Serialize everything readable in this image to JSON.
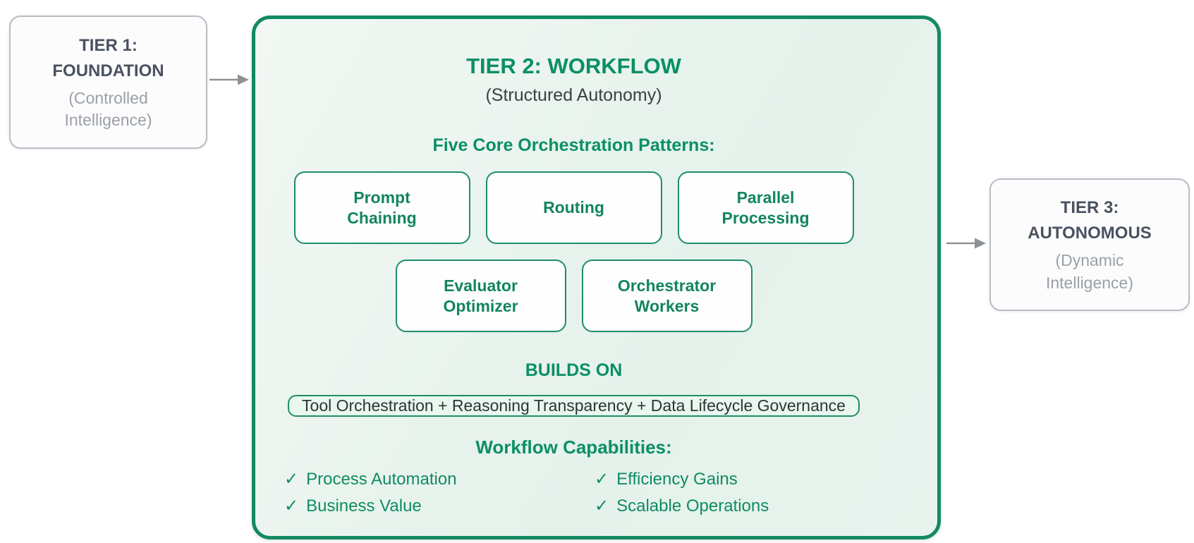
{
  "colors": {
    "green_text": "#0a9062",
    "green_border": "#128a63",
    "pattern_border": "#1e8e66",
    "gray_border": "#b8bdc6",
    "dark_text": "#4a5160",
    "muted_text": "#9aa0a8",
    "banner_text": "#2e3338",
    "arrow": "#8e9297"
  },
  "tier1": {
    "title": "TIER 1:\nFOUNDATION",
    "subtitle": "(Controlled\nIntelligence)"
  },
  "tier2": {
    "title": "TIER 2: WORKFLOW",
    "subtitle": "(Structured Autonomy)",
    "patterns_heading": "Five Core Orchestration Patterns:",
    "patterns_row1": [
      {
        "label": "Prompt\nChaining"
      },
      {
        "label": "Routing"
      },
      {
        "label": "Parallel\nProcessing"
      }
    ],
    "patterns_row2": [
      {
        "label": "Evaluator\nOptimizer"
      },
      {
        "label": "Orchestrator\nWorkers"
      }
    ],
    "builds_on_heading": "BUILDS ON",
    "builds_on_text": "Tool Orchestration + Reasoning Transparency + Data Lifecycle Governance",
    "capabilities_heading": "Workflow Capabilities:",
    "capabilities": [
      {
        "check": "✓",
        "label": "Process Automation"
      },
      {
        "check": "✓",
        "label": "Efficiency Gains"
      },
      {
        "check": "✓",
        "label": "Business Value"
      },
      {
        "check": "✓",
        "label": "Scalable Operations"
      }
    ]
  },
  "tier3": {
    "title": "TIER 3:\nAUTONOMOUS",
    "subtitle": "(Dynamic\nIntelligence)"
  }
}
